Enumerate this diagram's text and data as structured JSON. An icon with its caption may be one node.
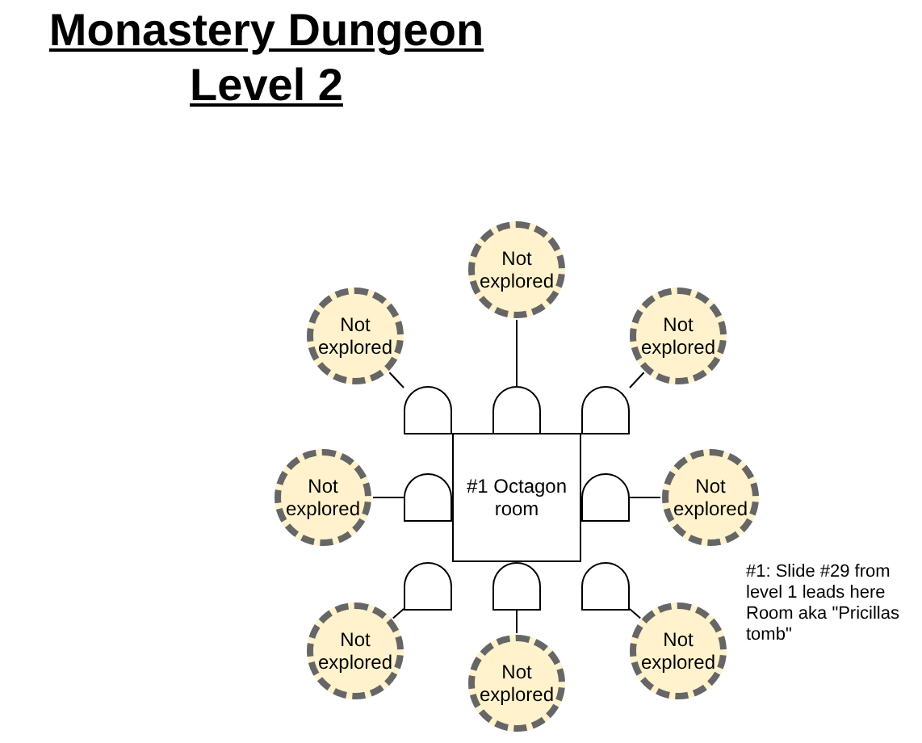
{
  "diagram": {
    "title": "Monastery Dungeon Level 2",
    "nodes": [
      {
        "text": [
          "#1 Octagon room"
        ]
      },
      {
        "text": [],
        "shape": "door"
      },
      {
        "text": [],
        "shape": "door"
      },
      {
        "text": [],
        "shape": "door"
      },
      {
        "text": [],
        "shape": "door"
      },
      {
        "text": [],
        "shape": "door"
      },
      {
        "text": [],
        "shape": "door"
      },
      {
        "text": [],
        "shape": "door"
      },
      {
        "text": [],
        "shape": "door"
      },
      {
        "text": [
          "Not explored"
        ]
      },
      {
        "text": [
          "Not explored"
        ]
      },
      {
        "text": [
          "Not explored"
        ]
      },
      {
        "text": [
          "Not explored"
        ]
      },
      {
        "text": [
          "Not explored"
        ]
      },
      {
        "text": [
          "Not explored"
        ]
      },
      {
        "text": [
          "Not explored"
        ]
      },
      {
        "text": [
          "Not explored"
        ]
      }
    ],
    "edges": [
      {
        "from": 9,
        "to": 2,
        "arrow": "none"
      },
      {
        "from": 10,
        "to": 1,
        "arrow": "none"
      },
      {
        "from": 11,
        "to": 3,
        "arrow": "none"
      },
      {
        "from": 12,
        "to": 4,
        "arrow": "none"
      },
      {
        "from": 13,
        "to": 5,
        "arrow": "none"
      },
      {
        "from": 14,
        "to": 6,
        "arrow": "none"
      },
      {
        "from": 15,
        "to": 7,
        "arrow": "none"
      },
      {
        "from": 16,
        "to": 8,
        "arrow": "none"
      }
    ],
    "labels": [
      "#1: Slide #29 from level 1 leads here Room aka \"Pricillas tomb\""
    ]
  }
}
